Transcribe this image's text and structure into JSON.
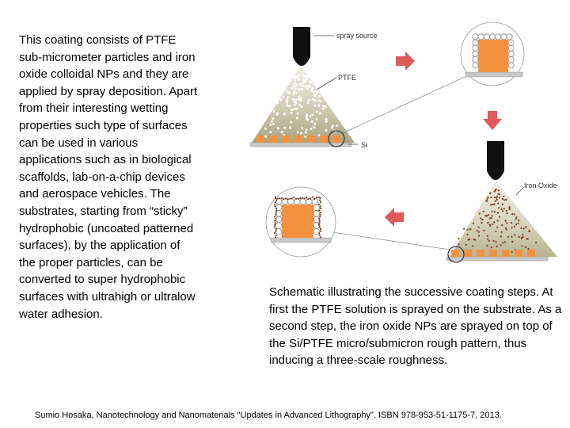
{
  "description_text": "This coating consists of PTFE sub-micrometer particles and iron oxide colloidal NPs and they are applied by spray deposition. Apart from their interesting wetting properties such type of surfaces can be used in various applications such as in biological scaffolds, lab-on-a-chip devices and aerospace vehicles. The substrates, starting from “sticky” hydrophobic (uncoated patterned surfaces), by the application of the proper particles, can be converted to super hydrophobic surfaces with ultrahigh or ultralow water adhesion.",
  "diagram": {
    "labels": {
      "spray_source": "spray source",
      "ptfe": "PTFE",
      "si": "Si",
      "iron_oxide": "Iron Oxide"
    },
    "colors": {
      "pillar": "#f4913f",
      "arrow": "#e05a5a",
      "substrate": "#c8c8c8",
      "spray_cone": "#b3ad8a",
      "iron_oxide_particle": "#7a3b1e",
      "nozzle": "#111111"
    }
  },
  "caption": "Schematic illustrating the successive coating steps. At first the PTFE solution is sprayed on the substrate. As a second step, the iron oxide NPs are sprayed on top of the Si/PTFE micro/submicron rough pattern, thus inducing a three-scale roughness.",
  "citation": "Sumio Hosaka, Nanotechnology and Nanomaterials \"Updates in Advanced Lithography\", ISBN 978-953-51-1175-7,  2013."
}
